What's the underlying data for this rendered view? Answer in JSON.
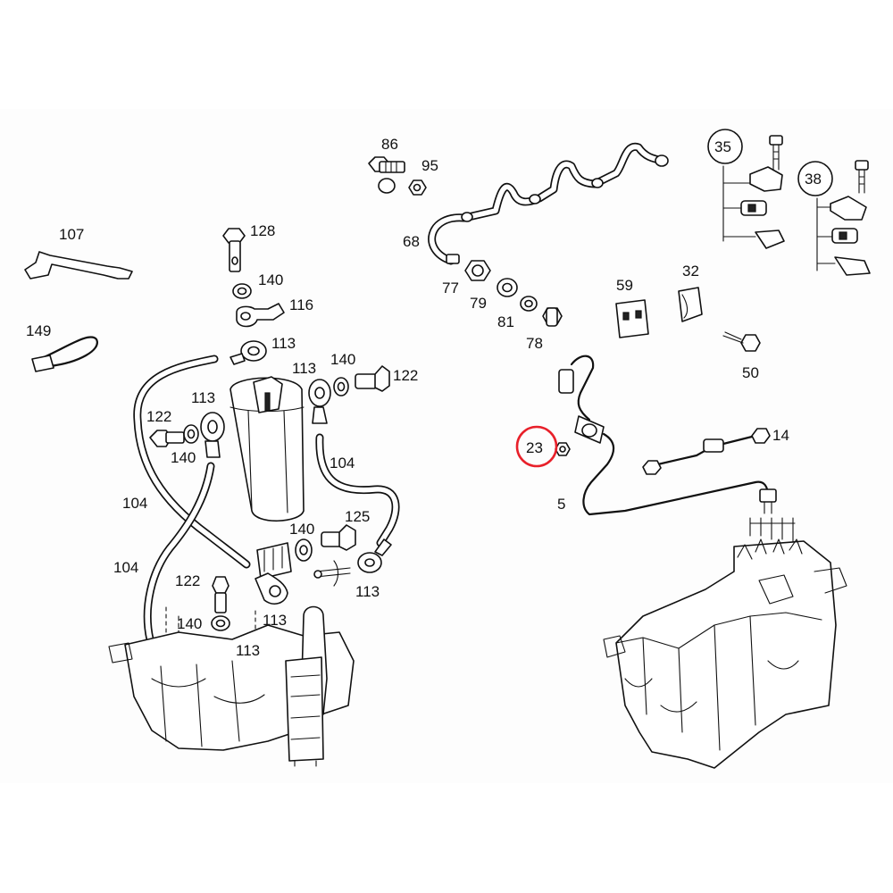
{
  "diagram": {
    "highlight": {
      "label": "23",
      "color": "#e8202a"
    },
    "labels": [
      {
        "id": "l86",
        "text": "86"
      },
      {
        "id": "l95",
        "text": "95"
      },
      {
        "id": "l68",
        "text": "68"
      },
      {
        "id": "l77",
        "text": "77"
      },
      {
        "id": "l79",
        "text": "79"
      },
      {
        "id": "l81",
        "text": "81"
      },
      {
        "id": "l78",
        "text": "78"
      },
      {
        "id": "l35",
        "text": "35"
      },
      {
        "id": "l38",
        "text": "38"
      },
      {
        "id": "l59",
        "text": "59"
      },
      {
        "id": "l32",
        "text": "32"
      },
      {
        "id": "l50",
        "text": "50"
      },
      {
        "id": "l14",
        "text": "14"
      },
      {
        "id": "l5",
        "text": "5"
      },
      {
        "id": "l107",
        "text": "107"
      },
      {
        "id": "l128",
        "text": "128"
      },
      {
        "id": "l140a",
        "text": "140"
      },
      {
        "id": "l116",
        "text": "116"
      },
      {
        "id": "l113a",
        "text": "113"
      },
      {
        "id": "l149",
        "text": "149"
      },
      {
        "id": "l113b",
        "text": "113"
      },
      {
        "id": "l140b",
        "text": "140"
      },
      {
        "id": "l122a",
        "text": "122"
      },
      {
        "id": "l113c",
        "text": "113"
      },
      {
        "id": "l122b",
        "text": "122"
      },
      {
        "id": "l140c",
        "text": "140"
      },
      {
        "id": "l104a",
        "text": "104"
      },
      {
        "id": "l104b",
        "text": "104"
      },
      {
        "id": "l104c",
        "text": "104"
      },
      {
        "id": "l140d",
        "text": "140"
      },
      {
        "id": "l125",
        "text": "125"
      },
      {
        "id": "l113d",
        "text": "113"
      },
      {
        "id": "l122c",
        "text": "122"
      },
      {
        "id": "l113e",
        "text": "113"
      },
      {
        "id": "l140e",
        "text": "140"
      },
      {
        "id": "l113f",
        "text": "113"
      }
    ]
  }
}
